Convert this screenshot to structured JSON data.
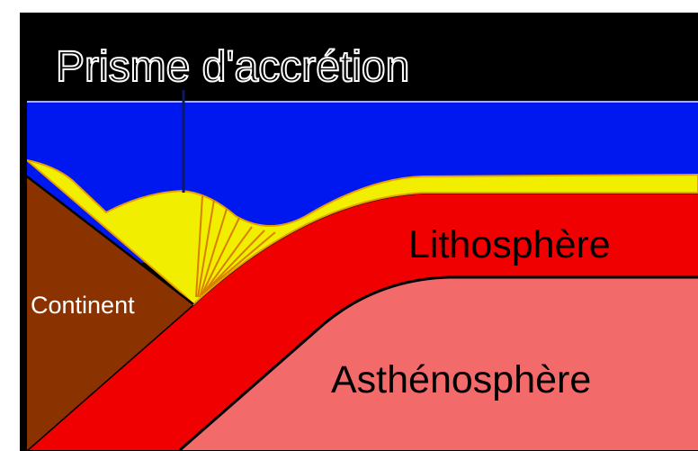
{
  "title": "Prisme d'accrétion",
  "labels": {
    "continent": "Continent",
    "lithosphere": "Lithosphère",
    "asthenosphere": "Asthénosphère"
  },
  "colors": {
    "frame": "#000000",
    "ocean": "#0018f0",
    "sediment": "#f2ee00",
    "sediment_edge": "#e8a000",
    "continent": "#8a3200",
    "lithosphere": "#f00000",
    "asthenosphere": "#f26a6a",
    "prism_lines": "#d88000"
  }
}
